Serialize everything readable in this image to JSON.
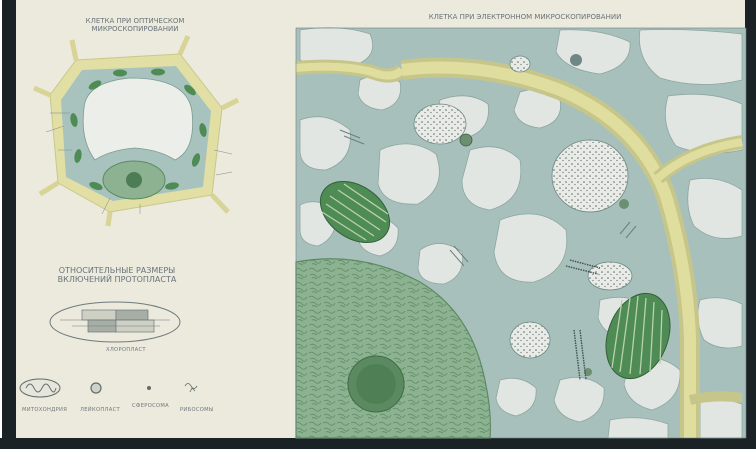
{
  "poster": {
    "colors": {
      "paper": "#ece9dd",
      "cytoplasm": "#a9c2bd",
      "cell_wall": "#dfdc9f",
      "vacuole": "#e9ebe6",
      "chloroplast": "#4f8b55",
      "nucleus": "#8fb394",
      "frame": "#1e2a2e"
    },
    "left_panel": {
      "light_title_line1": "КЛЕТКА ПРИ ОПТИЧЕСКОМ",
      "light_title_line2": "МИКРОСКОПИРОВАНИИ",
      "sizes_title_line1": "ОТНОСИТЕЛЬНЫЕ РАЗМЕРЫ",
      "sizes_title_line2": "ВКЛЮЧЕНИЙ ПРОТОПЛАСТА",
      "sizes_caption": "хлоропласт",
      "legend_icons": [
        "митохондрия",
        "лейкопласт",
        "сферосома",
        "рибосомы"
      ],
      "light_legend_lines": [
        "",
        "",
        "",
        "",
        "",
        "",
        "",
        "",
        "",
        ""
      ],
      "sizes_legend_lines": [
        "",
        "",
        "",
        "",
        "",
        "",
        "",
        "",
        ""
      ]
    },
    "right_panel": {
      "title": "КЛЕТКА ПРИ ЭЛЕКТРОННОМ МИКРОСКОПИРОВАНИИ"
    }
  }
}
